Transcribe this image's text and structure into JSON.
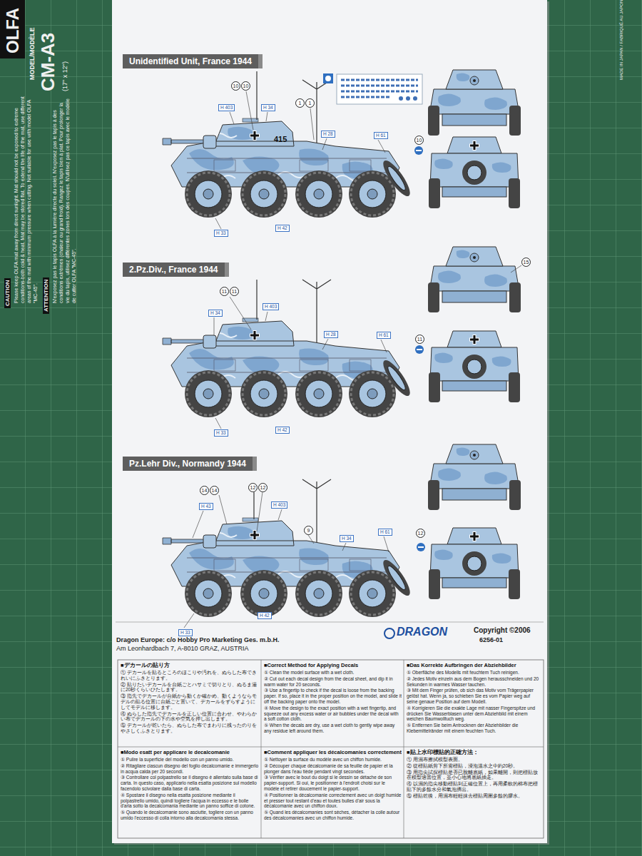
{
  "diagram": {
    "nodes": [
      {
        "text": [
          "Unidentified Unit, France 1944"
        ]
      },
      {
        "text": [
          "2.Pz.Div., France 1944"
        ]
      },
      {
        "text": [
          "Pz.Lehr Div., Normandy 1944"
        ]
      }
    ],
    "labels": [
      "OLFA",
      "MODEL/MODÈLE",
      "CM-A3",
      "(17\" x 12\")",
      "CAUTION",
      "Please keep OLFA mat away from direct sunlight. Mat should not be exposed to extreme conditions-both cold & heat. Mat may be stored flat. To extend the life of the mat, use different areas of the mat with minimum pressure when cutting. Not suitable for use with model OLFA \"MC-45\".",
      "ATTENTION",
      "N'exposez pas le tapis OLFA à la lumière directe du soleil. N'exposez pas le tapis à des conditions extrêmes (chaleur ou grand froid). Rangez le tapis bien à plat. Pour prolonger la vie du tapis, utilisez différentes zones lors des coupes. N'utilisez pas ce tapis avec le modèle de cutter OLFA \"MC-45\".",
      "MADE IN JAPAN / FABRIQUÉ AU JAPON",
      "10",
      "10",
      "1",
      "1",
      "H 403",
      "H 34",
      "415",
      "H 28",
      "H 61",
      "H 33",
      "H 42",
      "10",
      "11",
      "11",
      "H 403",
      "H 34",
      "H 28",
      "H 61",
      "H 33",
      "H 42",
      "15",
      "11",
      "14",
      "14",
      "12",
      "12",
      "H 43",
      "H 403",
      "9",
      "H 34",
      "H 61",
      "H 33",
      "H 42",
      "12",
      "Dragon Europe: c/o Hobby Pro Marketing Ges. m.b.H.",
      "Am Leonhardbach 7, A-8010 GRAZ, AUSTRIA",
      "DRAGON",
      "Copyright ©2006",
      "6256-01",
      "■デカールの貼り方",
      "① デカールを貼るところのほこりや汚れを、ぬらした布できれいにふきとります。",
      "② 貼りたいデカールを台紙ごとハサミで切りとり、ぬるま湯に20秒くらいひたします。",
      "③ 指先でデカールが台紙から動くか確かめ、動くようならモデルの貼る位置に台紙ごと置いて、デカールをずらすようにしてモデルに移します。",
      "④ ぬらした指先でデカールを正しい位置に合わせ、やわらかい布でデカールの下の水や空気を押し出します。",
      "⑤ デカールが乾いたら、ぬらした布でまわりに残ったのりをやさしくふきとります。",
      "■Correct Method for Applying Decals",
      "① Clean the model surface with a wet cloth.",
      "② Cut out each decal design from the decal sheet, and dip it in warm water for 20 seconds.",
      "③ Use a fingertip to check if the decal is loose from the backing paper. If so, place it in the proper position on the model, and slide it off the backing paper onto the model.",
      "④ Move the design to the exact position with a wet fingertip, and squeeze out any excess water or air bubbles under the decal with a soft cotton cloth.",
      "⑤ When the decals are dry, use a wet cloth to gently wipe away any residue left around them.",
      "■Das Korrekte Aufbringen der Abziehbilder",
      "① Oberfläche des Modells mit feuchtem Tuch reinigen.",
      "② Jedes Motiv einzeln aus dem Bogen herausschneiden und 20 Sekunden in warmes Wasser tauchen.",
      "③ Mit dem Finger prüfen, ob sich das Motiv vom Trägerpapier gelöst hat. Wenn ja, so schieben Sie es vom Papier weg auf seine genaue Position auf dem Modell.",
      "④ Korrigieren Sie die exakte Lage mit nasser Fingerspitze und drücken Sie Wasserblasen unter dem Abziehbild mit einem weichen Baumwolltuch weg.",
      "⑤ Entfernen Sie beim Antrocknen der Abziehbilder die Klebemittelränder mit einem feuchten Tuch.",
      "■Modo esatt per applicare le decalcomanie",
      "① Pulire la superficie del modello con un panno umido.",
      "② Ritagliare ciascun disegno del foglio decalcomanie e immergerlo in acqua calda per 20 secondi.",
      "③ Controllare col polpastrello se il disegno è allentato sulla base di carta. In questo caso, applicarlo nella esatta posizione sul modello facendolo scivolare dalla base di carta.",
      "④ Spostare il disegno nella esatta posizione mediante il polpastrello umido, quindi togliere l'acqua in eccesso e le bolle d'aria sotto la decalcomania mediante un panno soffice di cotone.",
      "⑤ Quando le decalcomanie sono asciutte, togliere con un panno umido l'eccesso di colla intorno alla decalcomania stessa.",
      "■Comment appliquer les décalcomanies correctement",
      "① Nettoyer la surface du modèle avec un chiffon humide.",
      "② Découper chaque décalcomanie de sa feuille de papier et la plonger dans l'eau tiède pendant vingt secondes.",
      "③ Vérifier avec le bout du doigt si le dessin se détache de son papier-support. Si oui, le positionner à l'endroit choisi sur le modèle et retirer doucement le papier-support.",
      "④ Positionner la décalcomanie correctement avec un doigt humide et presser tout restant d'eau et toutes bulles d'air sous la décalcomanie avec un chiffon doux.",
      "⑤ Quand les décalcomanies sont sèches, détacher la colle autour des décalcomanies avec un chiffon humide.",
      "■貼上水印標貼的正確方法：",
      "① 用濕布擦拭模型表面。",
      "② 從標貼紙剪下所需標貼，浸泡溫水之中約20秒。",
      "③ 用指尖試探標貼是否已脫離底紙，如果離開，則把標貼放在模型適當位置，並小心地將底紙抽走。",
      "④ 以濕的指尖移動標貼到正確位置上，再用柔軟的棉布把標貼下的多餘水分和氣泡擠出。",
      "⑤ 標貼乾後，用濕布輕輕抹去標貼周圍多餘的膠水。"
    ]
  }
}
